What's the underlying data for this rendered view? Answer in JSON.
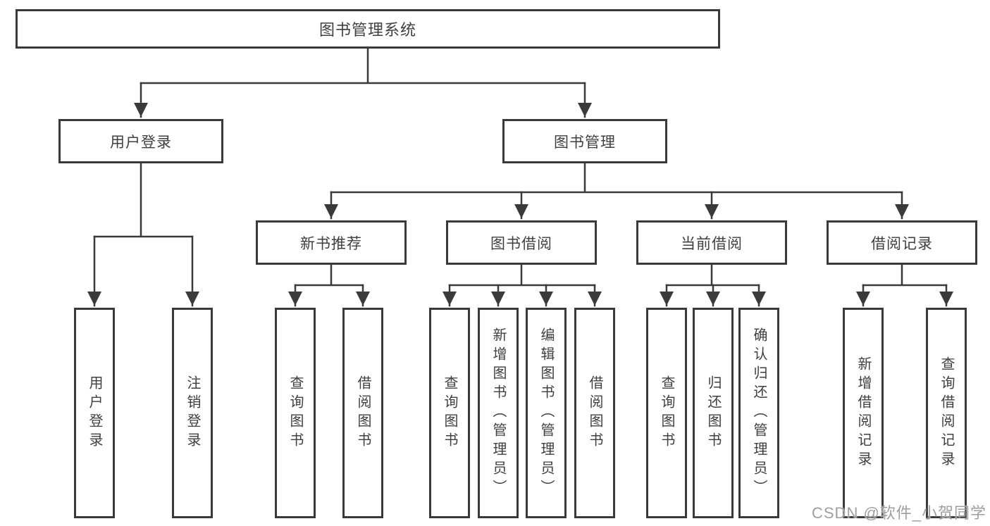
{
  "tree": {
    "root": "图书管理系统",
    "children": [
      {
        "label": "用户登录",
        "children": [
          "用户登录",
          "注销登录"
        ]
      },
      {
        "label": "图书管理",
        "children": [
          {
            "label": "新书推荐",
            "children": [
              "查询图书",
              "借阅图书"
            ]
          },
          {
            "label": "图书借阅",
            "children": [
              "查询图书",
              "新增图书（管理员）",
              "编辑图书（管理员）",
              "借阅图书"
            ]
          },
          {
            "label": "当前借阅",
            "children": [
              "查询图书",
              "归还图书",
              "确认归还（管理员）"
            ]
          },
          {
            "label": "借阅记录",
            "children": [
              "新增借阅记录",
              "查询借阅记录"
            ]
          }
        ]
      }
    ]
  },
  "watermark": {
    "text": "CSDN @软件_小贺同学"
  },
  "colors": {
    "line": "#3a3a3a",
    "box_border": "#3a3a3a",
    "text": "#3f3f3f",
    "background": "#ffffff",
    "watermark": "#9f9f9f"
  }
}
